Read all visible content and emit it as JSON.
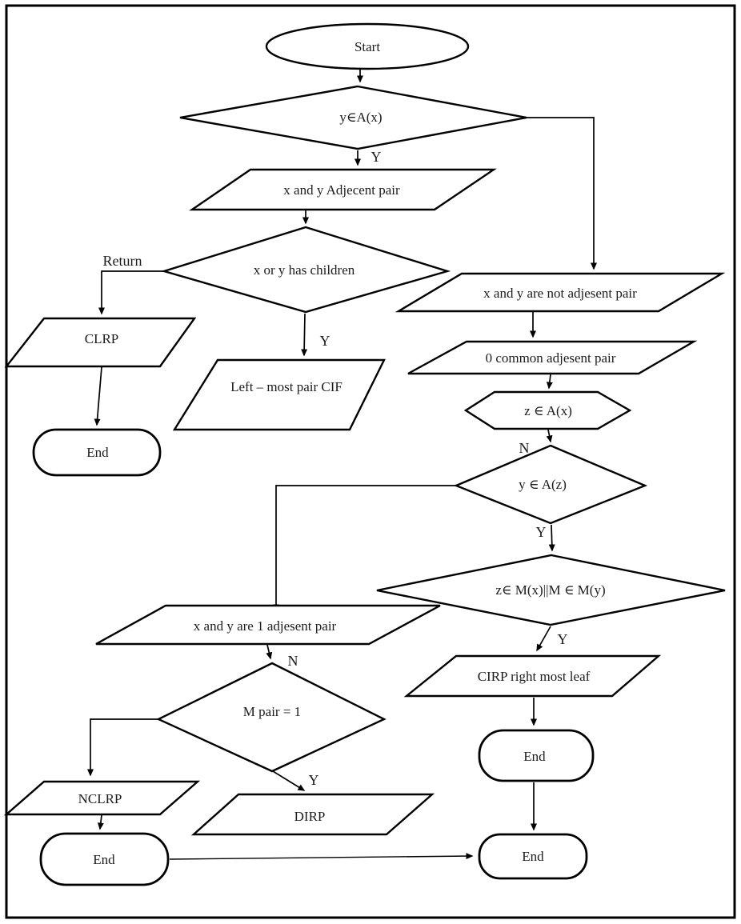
{
  "diagram": {
    "type": "flowchart",
    "colors": {
      "stroke": "#000000",
      "fill": "#ffffff",
      "text": "#1c1c1c"
    },
    "nodes": {
      "start": {
        "label": "Start",
        "shape": "terminator"
      },
      "d1": {
        "label": "y∈A(x)",
        "shape": "decision"
      },
      "p1": {
        "label": "x and y Adjecent pair",
        "shape": "parallelogram"
      },
      "d2": {
        "label": "x or y has children",
        "shape": "decision"
      },
      "p2": {
        "label": "CLRP",
        "shape": "parallelogram"
      },
      "e1": {
        "label": "End",
        "shape": "terminator"
      },
      "p3": {
        "label": "Left – most pair CIF",
        "shape": "parallelogram"
      },
      "p4": {
        "label": "x and y are not adjesent pair",
        "shape": "parallelogram"
      },
      "p5": {
        "label": "0 common adjesent pair",
        "shape": "parallelogram"
      },
      "hex1": {
        "label": "z ∈ A(x)",
        "shape": "hexagon"
      },
      "d3": {
        "label": "y ∈ A(z)",
        "shape": "decision"
      },
      "d4": {
        "label": "z∈ M(x)||M ∈ M(y)",
        "shape": "decision"
      },
      "p6": {
        "label": "CIRP right most leaf",
        "shape": "parallelogram"
      },
      "e2": {
        "label": "End",
        "shape": "terminator"
      },
      "e3": {
        "label": "End",
        "shape": "terminator"
      },
      "p7": {
        "label": "x and y are 1 adjesent pair",
        "shape": "parallelogram"
      },
      "d5": {
        "label": "M pair = 1",
        "shape": "decision"
      },
      "p8": {
        "label": "NCLRP",
        "shape": "parallelogram"
      },
      "e4": {
        "label": "End",
        "shape": "terminator"
      },
      "p9": {
        "label": "DIRP",
        "shape": "parallelogram"
      }
    },
    "edge_labels": {
      "d1_yes": "Y",
      "d2_return": "Return",
      "d2_yes": "Y",
      "hex_no": "N",
      "d3_yes": "Y",
      "d4_yes": "Y",
      "p7_no": "N",
      "d5_yes": "Y"
    }
  }
}
